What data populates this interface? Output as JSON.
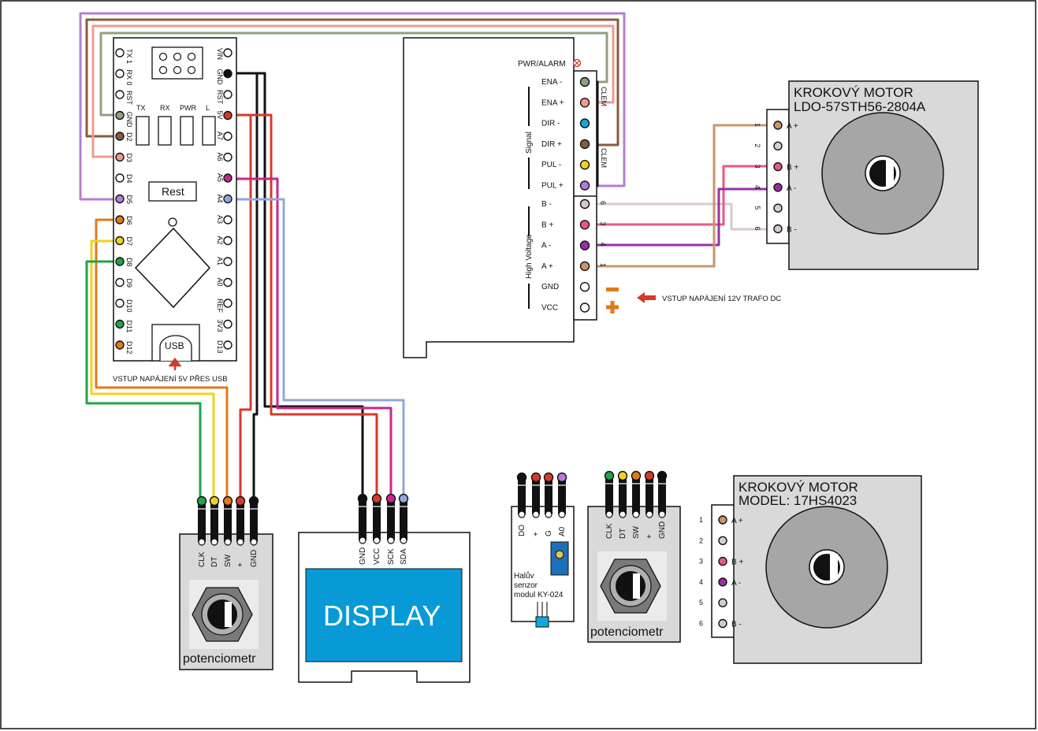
{
  "nano": {
    "left_pins": [
      "TX 1",
      "RX 0",
      "RST",
      "GND",
      "D2",
      "D3",
      "D4",
      "D5",
      "D6",
      "D7",
      "D8",
      "D9",
      "D10",
      "D11",
      "D12"
    ],
    "right_pins": [
      "VIN",
      "GND",
      "RST",
      "5V",
      "A7",
      "A6",
      "A5",
      "A4",
      "A3",
      "A2",
      "A1",
      "A0",
      "REF",
      "3V3",
      "D13"
    ],
    "leds": [
      "TX",
      "RX",
      "PWR",
      "L"
    ],
    "reset_label": "Rest",
    "usb_label": "USB",
    "usb_note": "VSTUP NAPÁJENÍ 5V PŘES USB"
  },
  "driver": {
    "alarm_label": "PWR/ALARM",
    "signal_group": "Signal",
    "signal_pins": [
      "ENA -",
      "ENA +",
      "DIR -",
      "DIR +",
      "PUL -",
      "PUL +"
    ],
    "hv_group": "High Voltage",
    "hv_pins": [
      "B -",
      "B +",
      "A -",
      "A +",
      "GND",
      "VCC"
    ],
    "hv_numbers": [
      "6",
      "3",
      "4",
      "1"
    ],
    "side_label_top": "CLEM",
    "side_label_bottom": "CLEM",
    "power_note": "VSTUP NAPÁJENÍ 12V TRAFO DC"
  },
  "motor1": {
    "title": "KROKOVÝ MOTOR",
    "model": "LDO-57STH56-2804A",
    "numbers": [
      "1",
      "2",
      "3",
      "4",
      "5",
      "6"
    ],
    "pins": [
      "A +",
      "",
      "B +",
      "A -",
      "",
      "B -"
    ]
  },
  "motor2": {
    "title": "KROKOVÝ MOTOR",
    "model": "MODEL: 17HS4023",
    "numbers": [
      "1",
      "2",
      "3",
      "4",
      "5",
      "6"
    ],
    "pins": [
      "A +",
      "",
      "B +",
      "A -",
      "",
      "B -"
    ]
  },
  "pot1": {
    "pins": [
      "CLK",
      "DT",
      "SW",
      "+",
      "GND"
    ],
    "label": "potenciometr"
  },
  "pot2": {
    "pins": [
      "CLK",
      "DT",
      "SW",
      "+",
      "GND"
    ],
    "label": "potenciometr"
  },
  "display": {
    "pins": [
      "GND",
      "VCC",
      "SCK",
      "SDA"
    ],
    "label": "DISPLAY"
  },
  "hall": {
    "pins": [
      "DO",
      "+",
      "G",
      "A0"
    ],
    "label_lines": [
      "Halův",
      "senzor",
      "modul KY-024"
    ]
  },
  "colors": {
    "black": "#111111",
    "red": "#d63a2a",
    "pink": "#f09a8e",
    "violet": "#b57cd6",
    "tan": "#c9956b",
    "sage": "#8fa07e",
    "brown": "#8a5a3e",
    "orange": "#e07a1a",
    "yellow": "#f2d21c",
    "green": "#21a34a",
    "magenta": "#c8268c",
    "lightblue": "#8fa8d8",
    "purple": "#9a2ea6",
    "hotpink": "#e65a80",
    "lightpink": "#d8c8cc",
    "cyan": "#0ea8dc",
    "display_blue": "#079ad6"
  },
  "icons": [
    "arrow-up-icon",
    "arrow-left-icon",
    "minus-icon",
    "plus-icon",
    "alarm-icon"
  ]
}
